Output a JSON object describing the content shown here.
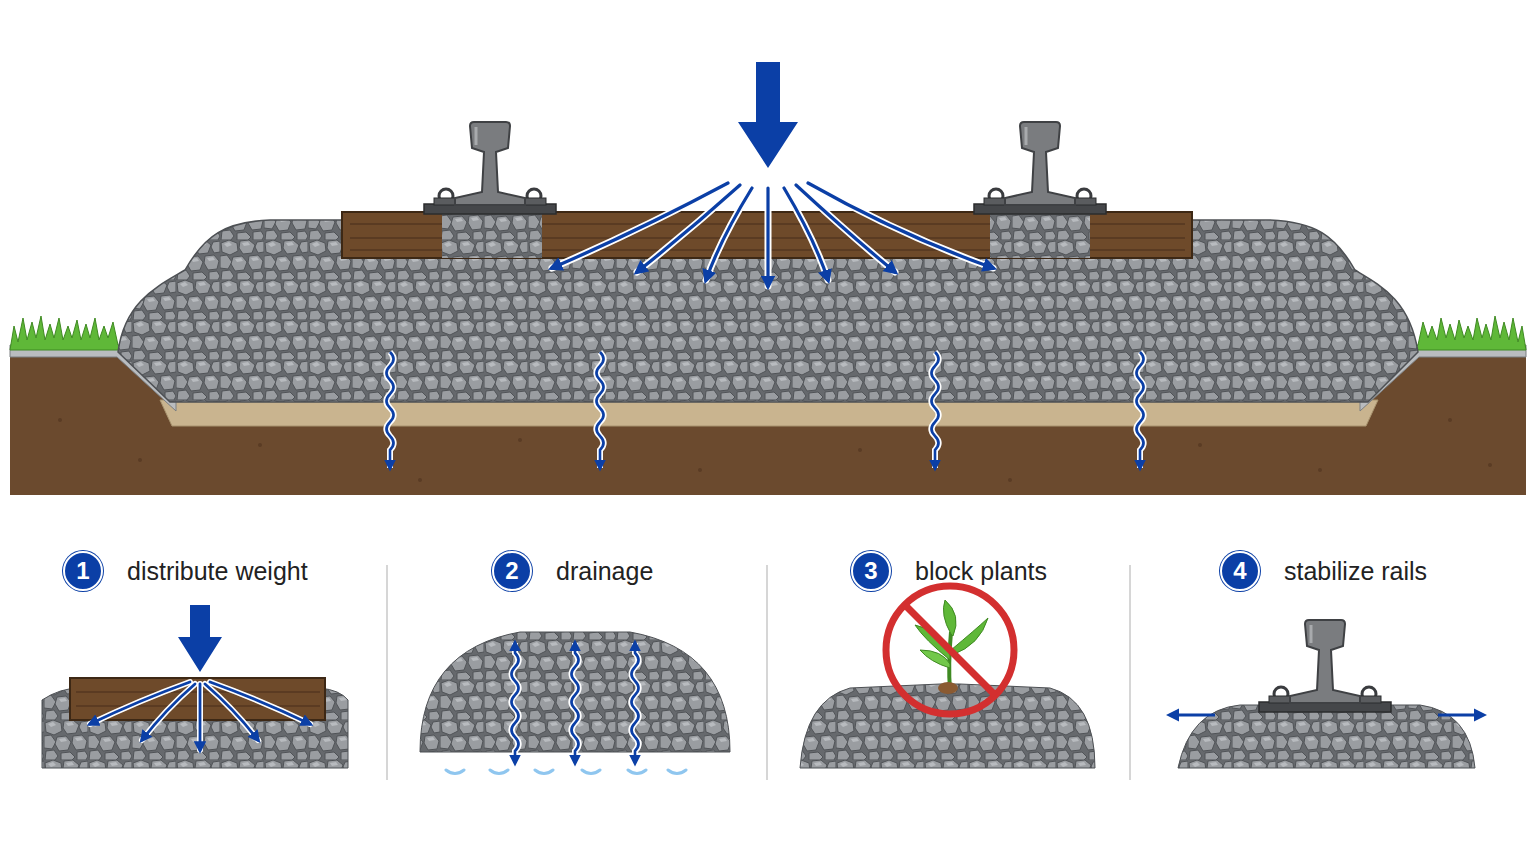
{
  "diagram": {
    "nodes": [
      {
        "text": [
          "1",
          "distribute weight"
        ]
      },
      {
        "text": [
          "2",
          "drainage"
        ]
      },
      {
        "text": [
          "3",
          "block plants"
        ]
      },
      {
        "text": [
          "4",
          "stabilize rails"
        ]
      }
    ]
  }
}
